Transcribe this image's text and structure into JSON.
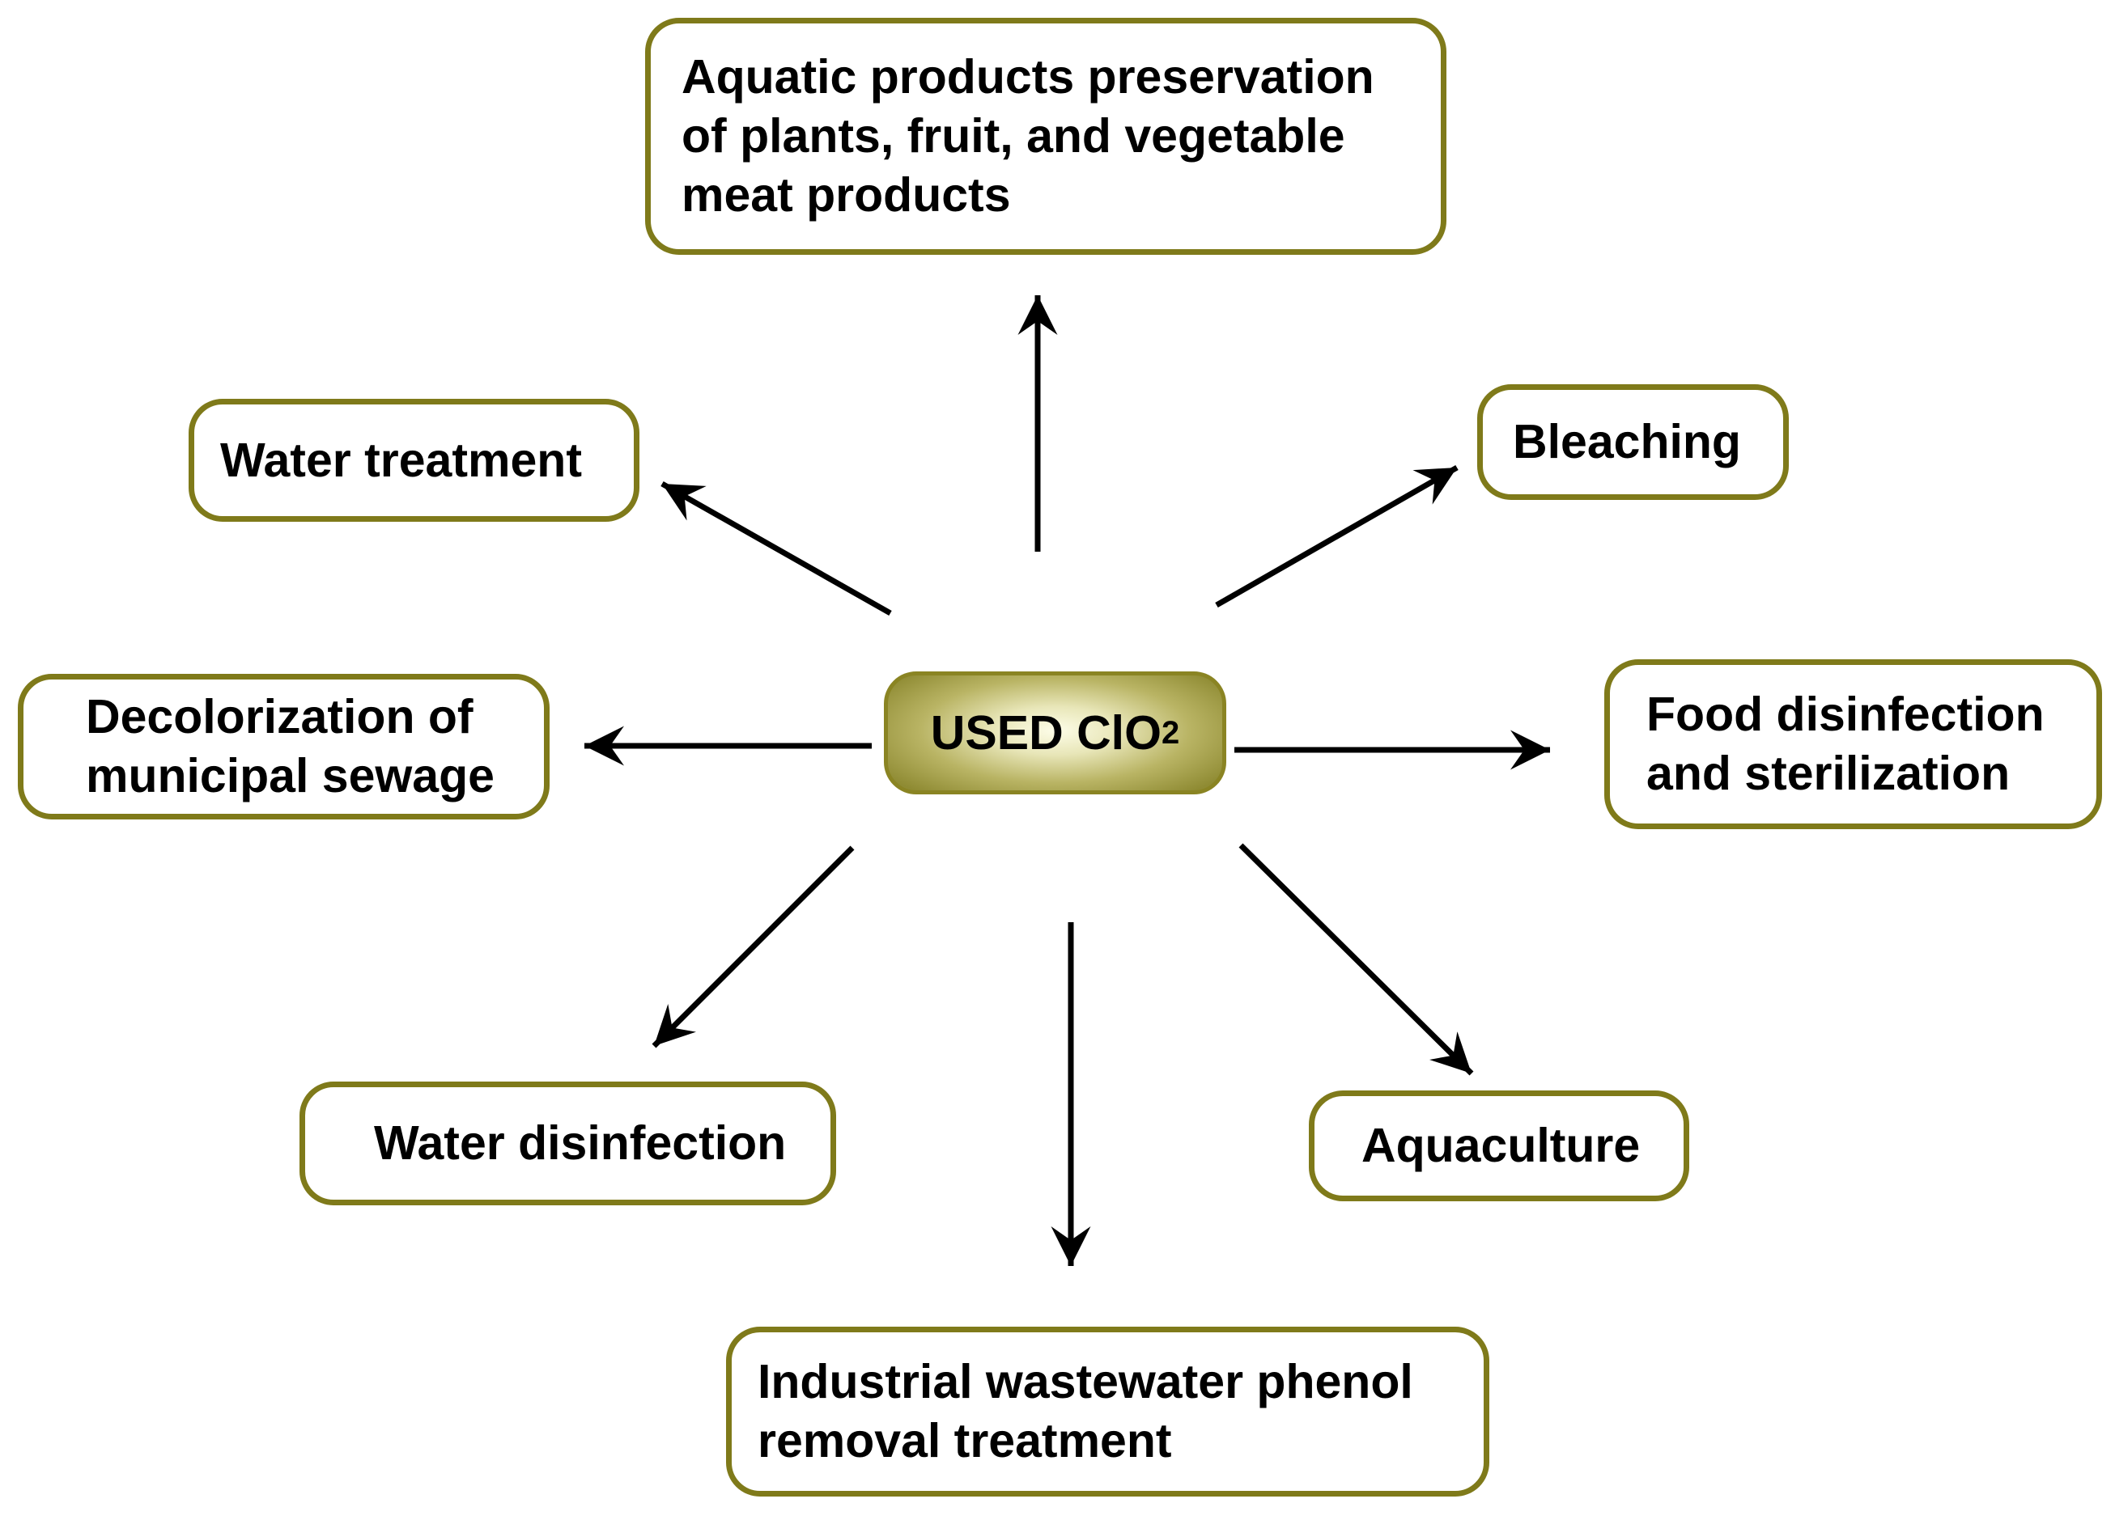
{
  "center": {
    "label": "USED ClO",
    "subscript": "2"
  },
  "applications": {
    "aquatic": [
      "Aquatic products preservation",
      "of plants, fruit, and vegetable",
      "meat products"
    ],
    "water_treatment": [
      "Water treatment"
    ],
    "bleaching": [
      "Bleaching"
    ],
    "decolorization": [
      "Decolorization of",
      "municipal sewage"
    ],
    "food": [
      "Food disinfection",
      "and sterilization"
    ],
    "water_disinfection": [
      "Water disinfection"
    ],
    "aquaculture": [
      "Aquaculture"
    ],
    "industrial": [
      "Industrial wastewater phenol",
      "removal treatment"
    ]
  },
  "colors": {
    "box_border": "#7f7a1a",
    "center_fill": "#b9b464",
    "arrow": "#000000"
  }
}
